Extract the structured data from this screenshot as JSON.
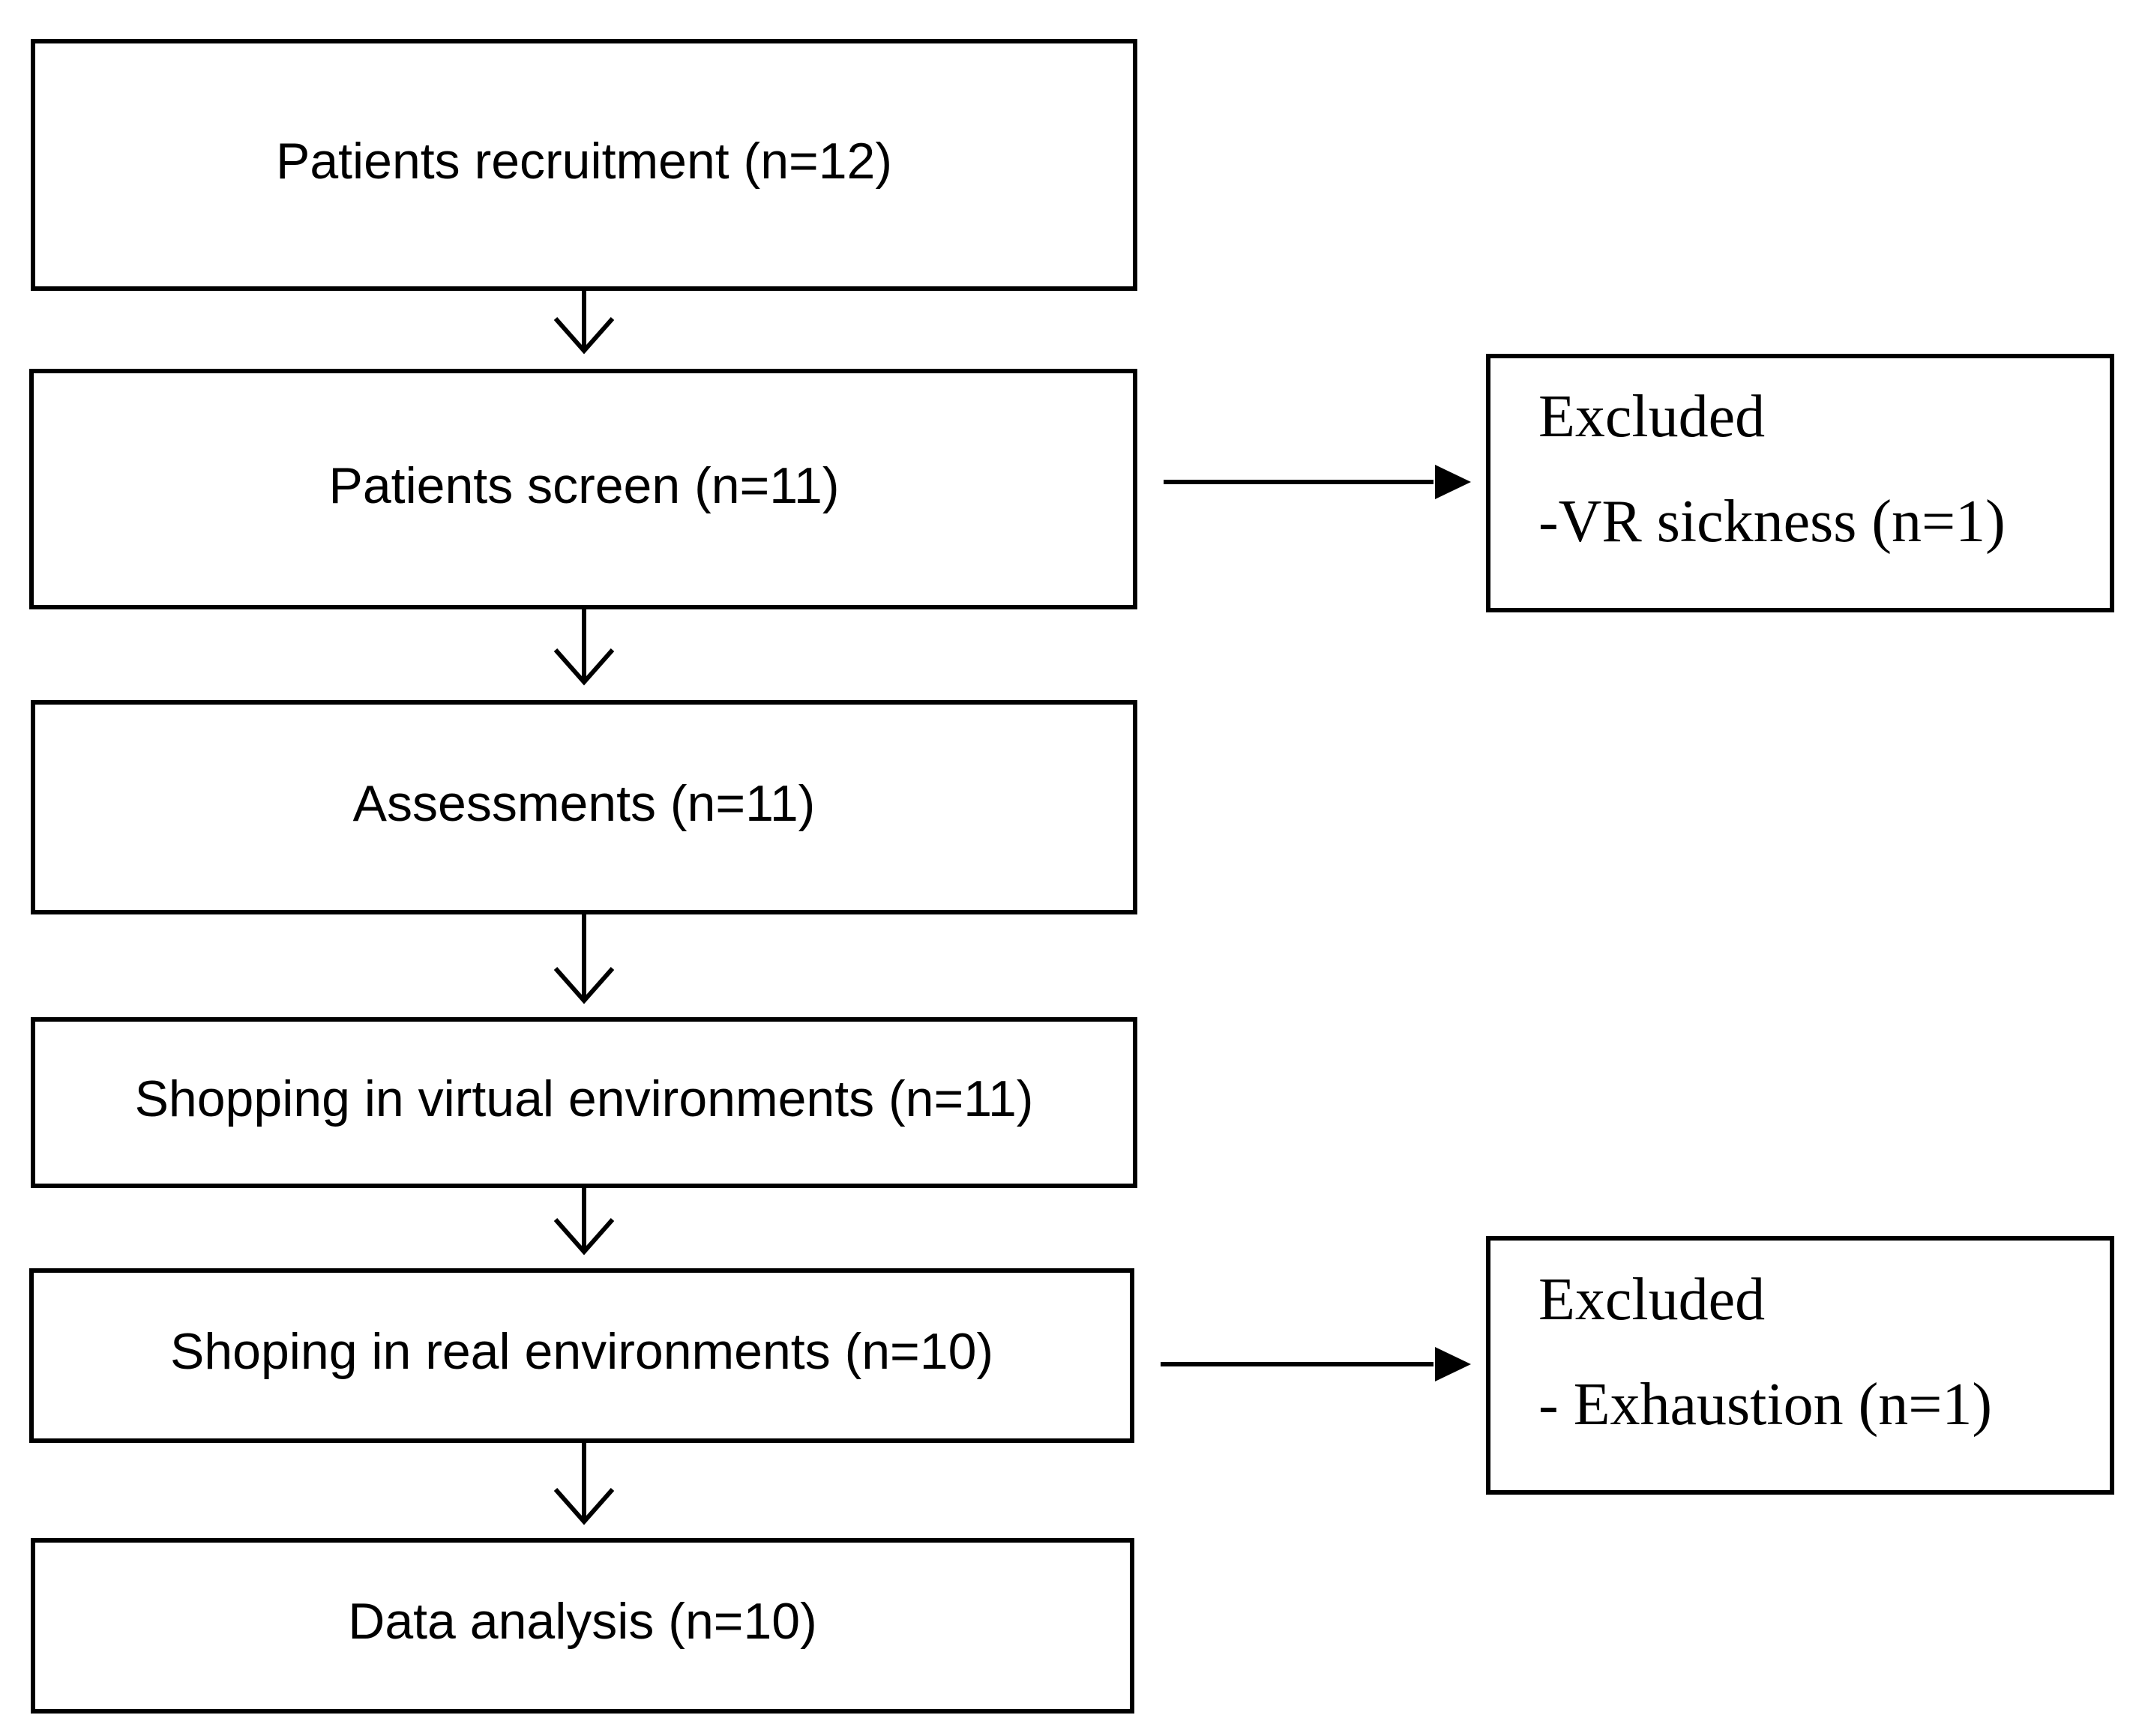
{
  "flow_steps": [
    {
      "label": "Patients recruitment (n=12)"
    },
    {
      "label": "Patients screen (n=11)"
    },
    {
      "label": "Assessments (n=11)"
    },
    {
      "label": "Shopping in virtual environments (n=11)"
    },
    {
      "label": "Shoping in real environments (n=10)"
    },
    {
      "label": "Data analysis (n=10)"
    }
  ],
  "exclusions": [
    {
      "title": "Excluded",
      "reason": "-VR sickness (n=1)"
    },
    {
      "title": "Excluded",
      "reason": "- Exhaustion (n=1)"
    }
  ]
}
